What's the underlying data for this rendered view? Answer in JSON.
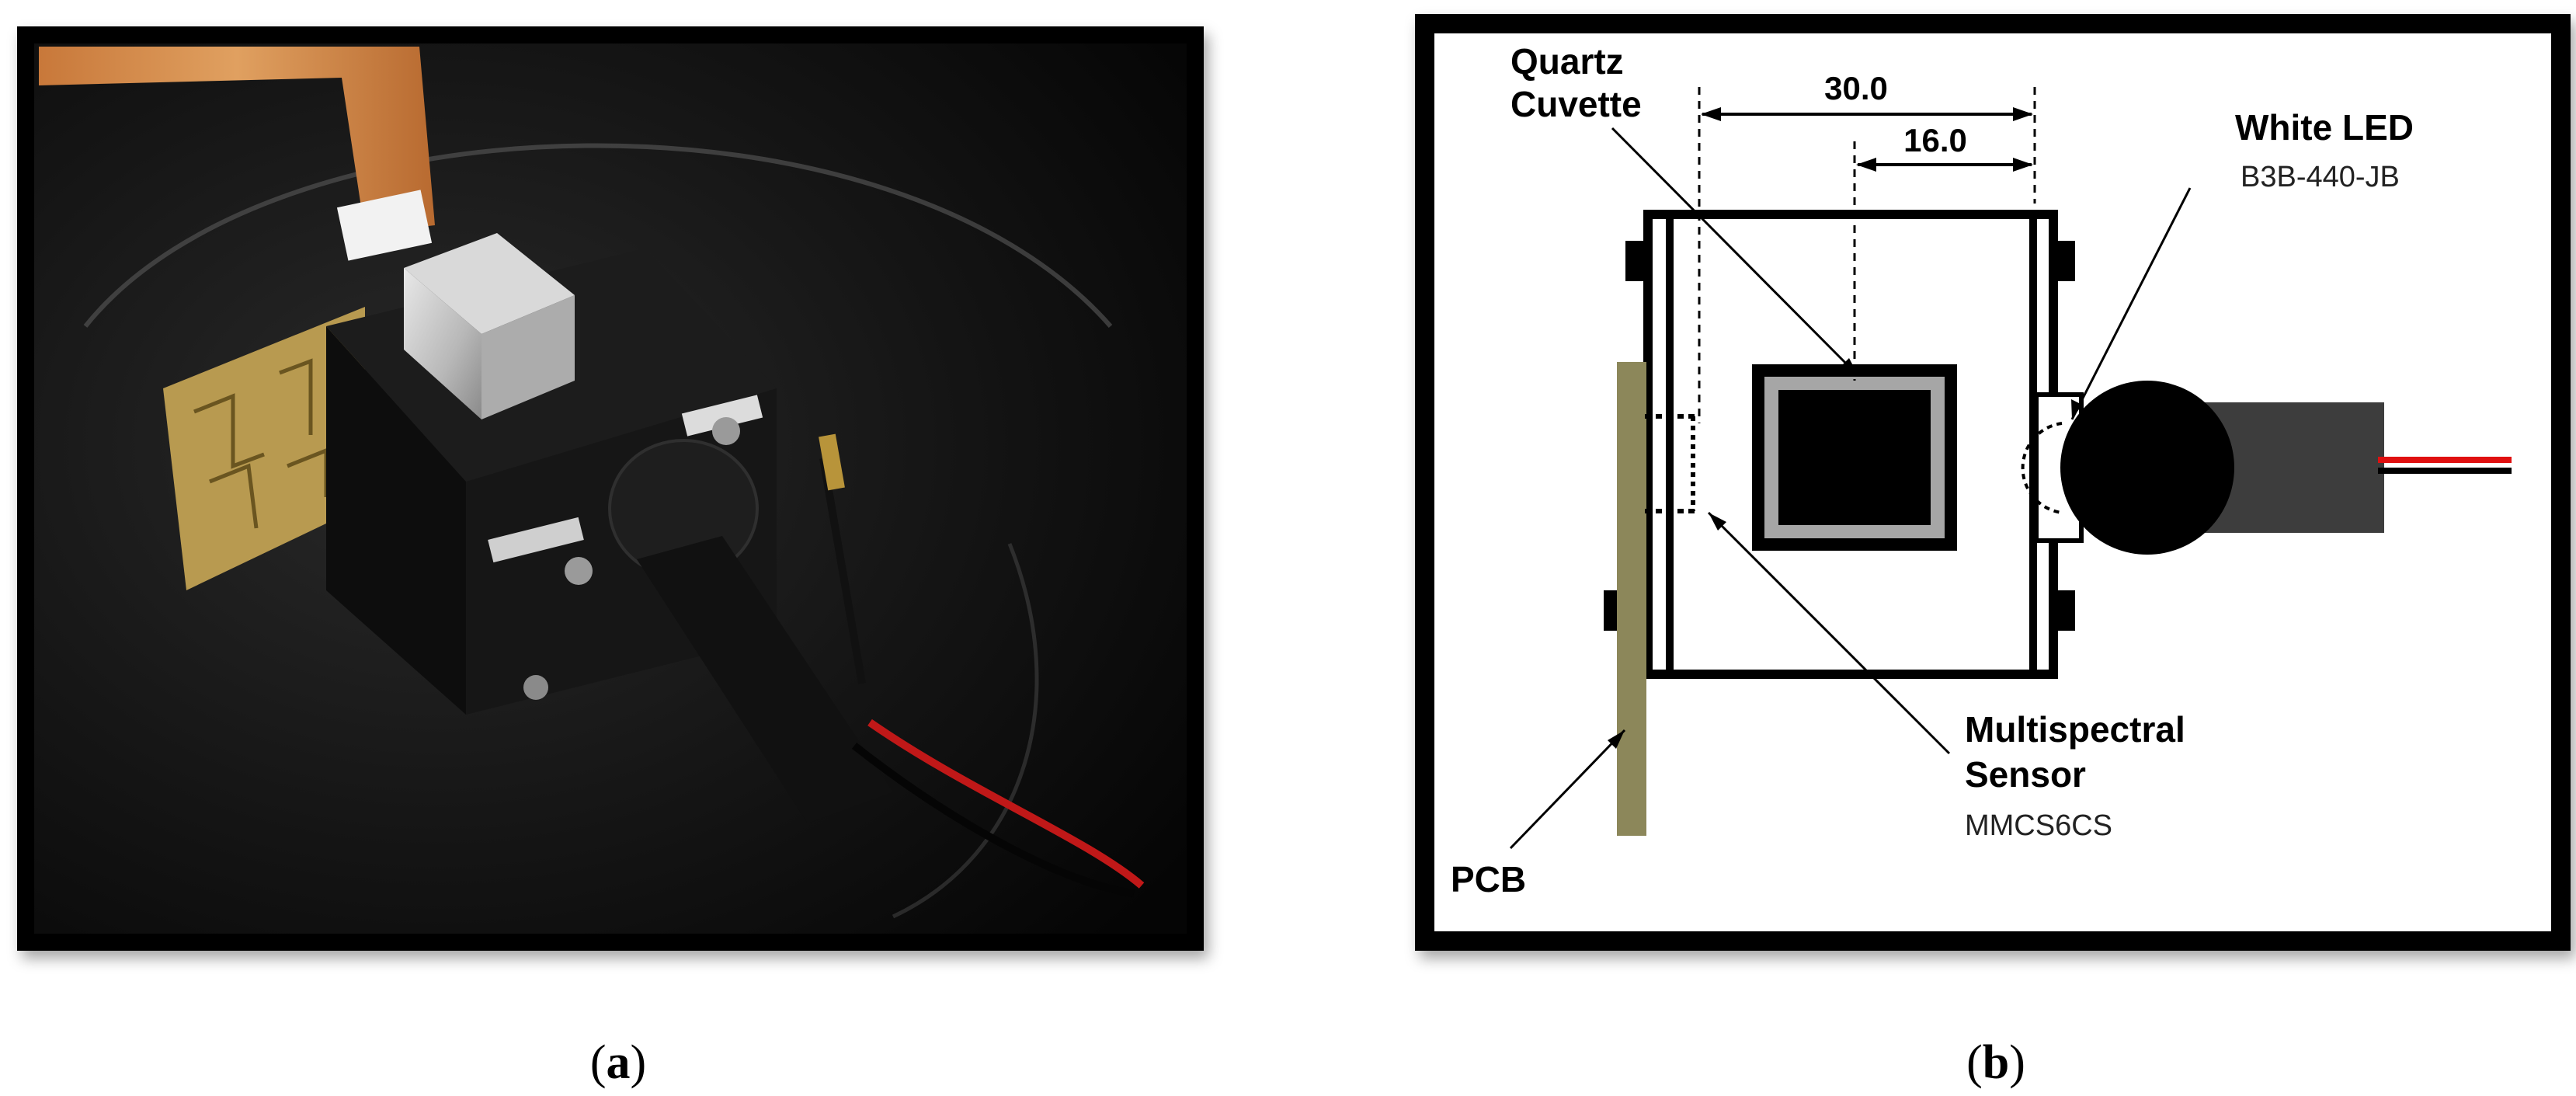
{
  "panel_a": {
    "caption_open": "(",
    "caption_letter": "a",
    "caption_close": ")"
  },
  "panel_b": {
    "caption_open": "(",
    "caption_letter": "b",
    "caption_close": ")",
    "labels": {
      "cuvette_line1": "Quartz",
      "cuvette_line2": "Cuvette",
      "dim_outer": "30.0",
      "dim_inner": "16.0",
      "led_title": "White LED",
      "led_part": "B3B-440-JB",
      "sensor_line1": "Multispectral",
      "sensor_line2": "Sensor",
      "sensor_part": "MMCS6CS",
      "pcb": "PCB"
    }
  },
  "colors": {
    "pcb_olive": "#8c875a",
    "cuvette_gray": "#a6a6a6",
    "wire_red": "#e01010",
    "body_dark": "#3d3d3d"
  }
}
